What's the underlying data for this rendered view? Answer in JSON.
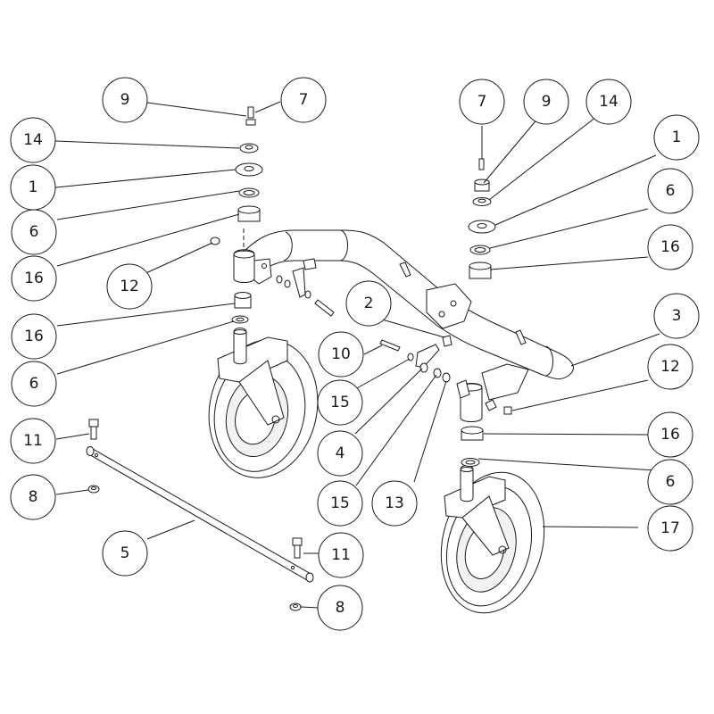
{
  "callouts": [
    {
      "label": "9"
    },
    {
      "label": "7"
    },
    {
      "label": "14"
    },
    {
      "label": "1"
    },
    {
      "label": "6"
    },
    {
      "label": "16"
    },
    {
      "label": "12"
    },
    {
      "label": "16"
    },
    {
      "label": "6"
    },
    {
      "label": "11"
    },
    {
      "label": "8"
    },
    {
      "label": "5"
    },
    {
      "label": "11"
    },
    {
      "label": "8"
    },
    {
      "label": "10"
    },
    {
      "label": "15"
    },
    {
      "label": "2"
    },
    {
      "label": "4"
    },
    {
      "label": "15"
    },
    {
      "label": "13"
    },
    {
      "label": "7"
    },
    {
      "label": "9"
    },
    {
      "label": "14"
    },
    {
      "label": "1"
    },
    {
      "label": "6"
    },
    {
      "label": "16"
    },
    {
      "label": "3"
    },
    {
      "label": "12"
    },
    {
      "label": "16"
    },
    {
      "label": "6"
    },
    {
      "label": "17"
    }
  ]
}
